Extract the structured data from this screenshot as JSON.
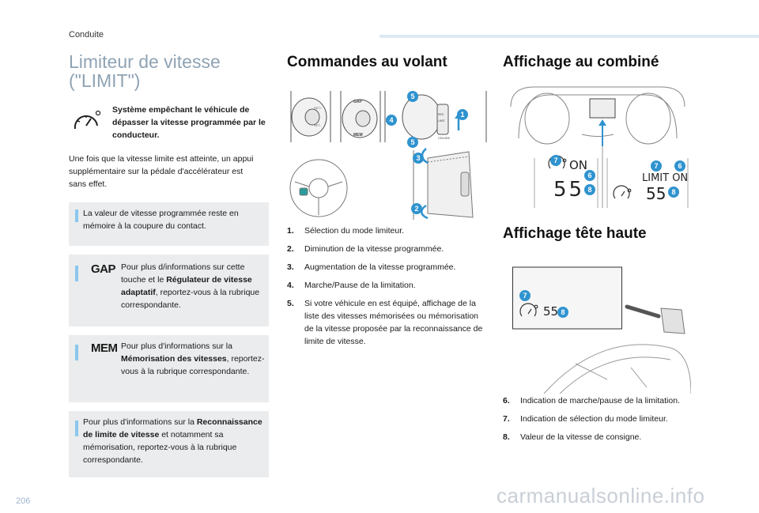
{
  "header": {
    "section": "Conduite"
  },
  "page": {
    "number": "206"
  },
  "watermark": "carmanualsonline.info",
  "left": {
    "title": "Limiteur de vitesse (\"LIMIT\")",
    "intro": "Système empêchant le véhicule de dépasser la vitesse programmée par le conducteur.",
    "paragraph": "Une fois que la vitesse limite est atteinte, un appui supplémentaire sur la pédale d'accélérateur est sans effet.",
    "notes": [
      {
        "text": "La valeur de vitesse programmée reste en mémoire à la coupure du contact."
      },
      {
        "code": "GAP",
        "pre": "Pour plus d/informations sur cette touche et le ",
        "bold": "Régulateur de vitesse adaptatif",
        "post": ", reportez-vous à la rubrique correspondante."
      },
      {
        "code": "MEM",
        "pre": "Pour plus d'informations sur la ",
        "bold": "Mémorisation des vitesses",
        "post": ", reportez-vous à la rubrique correspondante."
      },
      {
        "pre": "Pour plus d'informations sur la ",
        "bold": "Reconnaissance de limite de vitesse",
        "post": " et notamment sa mémorisation, reportez-vous à la rubrique correspondante."
      }
    ]
  },
  "middle": {
    "title": "Commandes au volant",
    "items": [
      {
        "num": "1.",
        "text": "Sélection du mode limiteur."
      },
      {
        "num": "2.",
        "text": "Diminution de la vitesse programmée."
      },
      {
        "num": "3.",
        "text": "Augmentation de la vitesse programmée."
      },
      {
        "num": "4.",
        "text": "Marche/Pause de la limitation."
      },
      {
        "num": "5.",
        "text": "Si votre véhicule en est équipé, affichage de la liste des vitesses mémorisées ou mémorisation de la vitesse proposée par la reconnaissance de limite de vitesse."
      }
    ],
    "stalk_labels": {
      "mem": "MEM",
      "gap": "GAP",
      "set_plus": "SET+",
      "set_minus": "SET-",
      "res": "RES",
      "limit": "LIMIT",
      "cruise": "CRUISE"
    },
    "badges": [
      "5",
      "4",
      "1",
      "5",
      "3",
      "2"
    ]
  },
  "right": {
    "title1": "Affichage au combiné",
    "title2": "Affichage tête haute",
    "display1": {
      "status": "ON",
      "speed": "55"
    },
    "display2": {
      "status": "LIMIT ON",
      "speed": "55"
    },
    "hud": {
      "speed": "55"
    },
    "badges": {
      "b6": "6",
      "b7": "7",
      "b8": "8"
    },
    "items": [
      {
        "num": "6.",
        "text": "Indication de marche/pause de la limitation."
      },
      {
        "num": "7.",
        "text": "Indication de sélection du mode limiteur."
      },
      {
        "num": "8.",
        "text": "Valeur de la vitesse de consigne."
      }
    ]
  },
  "colors": {
    "accent": "#2f93cf",
    "note_bg": "#eaeced",
    "note_bar": "#8cc7ee",
    "title_grey": "#8fa3b4"
  }
}
